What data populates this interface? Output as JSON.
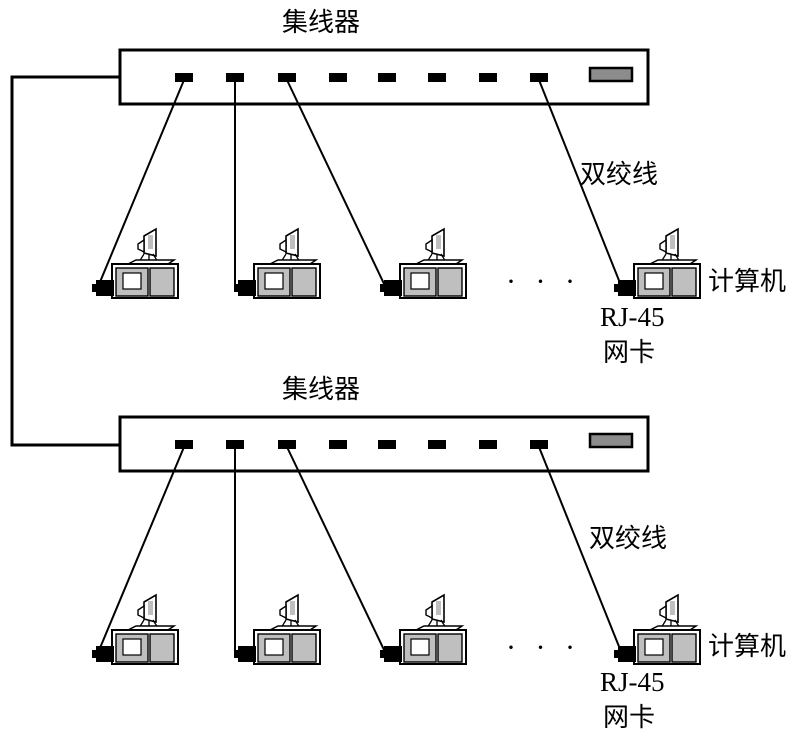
{
  "top": {
    "hub_label": "集线器",
    "cable_label": "双绞线",
    "computer_label": "计算机",
    "nic_label_line1": "RJ-45",
    "nic_label_line2": "网卡",
    "ellipsis": "· · ·"
  },
  "bottom": {
    "hub_label": "集线器",
    "cable_label": "双绞线",
    "computer_label": "计算机",
    "nic_label_line1": "RJ-45",
    "nic_label_line2": "网卡",
    "ellipsis": "· · ·"
  },
  "colors": {
    "stroke": "#000000",
    "computer_fill": "#bfbfbf",
    "hub_indicator": "#8c8c8c"
  },
  "icons": [
    "hub-icon",
    "computer-icon",
    "port-icon"
  ]
}
